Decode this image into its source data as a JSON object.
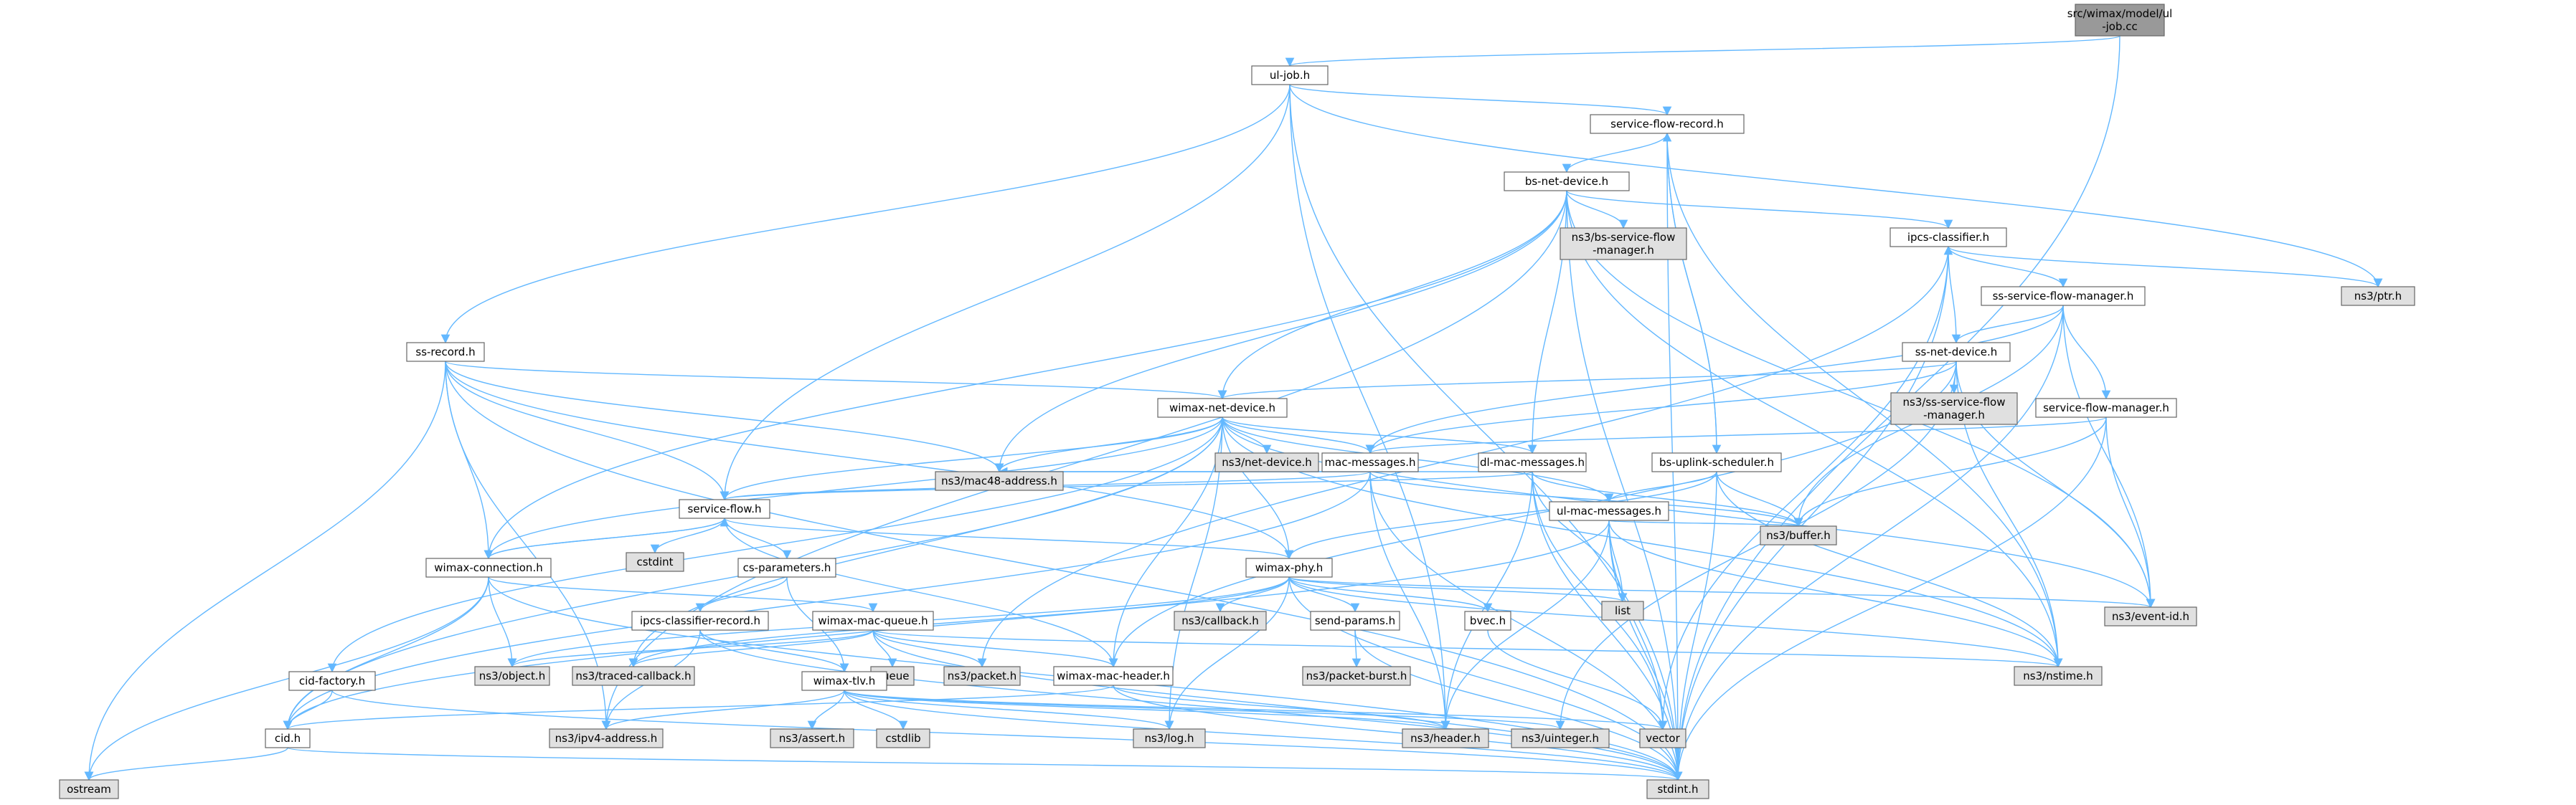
{
  "diagram": {
    "type": "include-dependency-graph",
    "colors": {
      "root_fill": "#999999",
      "local_fill": "#ffffff",
      "external_fill": "#e0e0e0",
      "border": "#666666",
      "edge": "#63b8ff"
    },
    "nodes": [
      {
        "id": "root",
        "kind": "root",
        "lines": [
          "src/wimax/model/ul",
          "-job.cc"
        ]
      },
      {
        "id": "ul_job",
        "kind": "local",
        "lines": [
          "ul-job.h"
        ]
      },
      {
        "id": "sfr",
        "kind": "local",
        "lines": [
          "service-flow-record.h"
        ]
      },
      {
        "id": "bs_net",
        "kind": "local",
        "lines": [
          "bs-net-device.h"
        ]
      },
      {
        "id": "bs_sfm",
        "kind": "external",
        "lines": [
          "ns3/bs-service-flow",
          "-manager.h"
        ]
      },
      {
        "id": "ipcs",
        "kind": "local",
        "lines": [
          "ipcs-classifier.h"
        ]
      },
      {
        "id": "ptr",
        "kind": "external",
        "lines": [
          "ns3/ptr.h"
        ]
      },
      {
        "id": "ss_sfm",
        "kind": "local",
        "lines": [
          "ss-service-flow-manager.h"
        ]
      },
      {
        "id": "ss_record",
        "kind": "local",
        "lines": [
          "ss-record.h"
        ]
      },
      {
        "id": "ss_net",
        "kind": "local",
        "lines": [
          "ss-net-device.h"
        ]
      },
      {
        "id": "ns3_ss_sfm",
        "kind": "external",
        "lines": [
          "ns3/ss-service-flow",
          "-manager.h"
        ]
      },
      {
        "id": "wimax_net",
        "kind": "local",
        "lines": [
          "wimax-net-device.h"
        ]
      },
      {
        "id": "sfm",
        "kind": "local",
        "lines": [
          "service-flow-manager.h"
        ]
      },
      {
        "id": "net_device",
        "kind": "external",
        "lines": [
          "ns3/net-device.h"
        ]
      },
      {
        "id": "mac_msg",
        "kind": "local",
        "lines": [
          "mac-messages.h"
        ]
      },
      {
        "id": "dl_mac",
        "kind": "local",
        "lines": [
          "dl-mac-messages.h"
        ]
      },
      {
        "id": "bs_uplink",
        "kind": "local",
        "lines": [
          "bs-uplink-scheduler.h"
        ]
      },
      {
        "id": "mac48",
        "kind": "external",
        "lines": [
          "ns3/mac48-address.h"
        ]
      },
      {
        "id": "service_flow",
        "kind": "local",
        "lines": [
          "service-flow.h"
        ]
      },
      {
        "id": "ul_mac",
        "kind": "local",
        "lines": [
          "ul-mac-messages.h"
        ]
      },
      {
        "id": "buffer",
        "kind": "external",
        "lines": [
          "ns3/buffer.h"
        ]
      },
      {
        "id": "cstdint",
        "kind": "external",
        "lines": [
          "cstdint"
        ]
      },
      {
        "id": "wimax_conn",
        "kind": "local",
        "lines": [
          "wimax-connection.h"
        ]
      },
      {
        "id": "cs_params",
        "kind": "local",
        "lines": [
          "cs-parameters.h"
        ]
      },
      {
        "id": "wimax_phy",
        "kind": "local",
        "lines": [
          "wimax-phy.h"
        ]
      },
      {
        "id": "list",
        "kind": "external",
        "lines": [
          "list"
        ]
      },
      {
        "id": "event_id",
        "kind": "external",
        "lines": [
          "ns3/event-id.h"
        ]
      },
      {
        "id": "ipcs_rec",
        "kind": "local",
        "lines": [
          "ipcs-classifier-record.h"
        ]
      },
      {
        "id": "wimax_mac_queue",
        "kind": "local",
        "lines": [
          "wimax-mac-queue.h"
        ]
      },
      {
        "id": "callback",
        "kind": "external",
        "lines": [
          "ns3/callback.h"
        ]
      },
      {
        "id": "send_params",
        "kind": "local",
        "lines": [
          "send-params.h"
        ]
      },
      {
        "id": "bvec",
        "kind": "local",
        "lines": [
          "bvec.h"
        ]
      },
      {
        "id": "object",
        "kind": "external",
        "lines": [
          "ns3/object.h"
        ]
      },
      {
        "id": "traced_cb",
        "kind": "external",
        "lines": [
          "ns3/traced-callback.h"
        ]
      },
      {
        "id": "queue",
        "kind": "external",
        "lines": [
          "queue"
        ]
      },
      {
        "id": "packet",
        "kind": "external",
        "lines": [
          "ns3/packet.h"
        ]
      },
      {
        "id": "wimax_mac_header",
        "kind": "local",
        "lines": [
          "wimax-mac-header.h"
        ]
      },
      {
        "id": "packet_burst",
        "kind": "external",
        "lines": [
          "ns3/packet-burst.h"
        ]
      },
      {
        "id": "nstime",
        "kind": "external",
        "lines": [
          "ns3/nstime.h"
        ]
      },
      {
        "id": "cid_factory",
        "kind": "local",
        "lines": [
          "cid-factory.h"
        ]
      },
      {
        "id": "wimax_tlv",
        "kind": "local",
        "lines": [
          "wimax-tlv.h"
        ]
      },
      {
        "id": "cid",
        "kind": "local",
        "lines": [
          "cid.h"
        ]
      },
      {
        "id": "ipv4",
        "kind": "external",
        "lines": [
          "ns3/ipv4-address.h"
        ]
      },
      {
        "id": "assert",
        "kind": "external",
        "lines": [
          "ns3/assert.h"
        ]
      },
      {
        "id": "cstdlib",
        "kind": "external",
        "lines": [
          "cstdlib"
        ]
      },
      {
        "id": "log",
        "kind": "external",
        "lines": [
          "ns3/log.h"
        ]
      },
      {
        "id": "header",
        "kind": "external",
        "lines": [
          "ns3/header.h"
        ]
      },
      {
        "id": "uinteger",
        "kind": "external",
        "lines": [
          "ns3/uinteger.h"
        ]
      },
      {
        "id": "vector",
        "kind": "external",
        "lines": [
          "vector"
        ]
      },
      {
        "id": "ostream",
        "kind": "external",
        "lines": [
          "ostream"
        ]
      },
      {
        "id": "stdint",
        "kind": "external",
        "lines": [
          "stdint.h"
        ]
      }
    ],
    "edges": [
      [
        "root",
        "ul_job"
      ],
      [
        "root",
        "stdint"
      ],
      [
        "ul_job",
        "sfr"
      ],
      [
        "ul_job",
        "ss_record"
      ],
      [
        "ul_job",
        "service_flow"
      ],
      [
        "ul_job",
        "stdint"
      ],
      [
        "ul_job",
        "ptr"
      ],
      [
        "ul_job",
        "header"
      ],
      [
        "sfr",
        "bs_net"
      ],
      [
        "sfr",
        "bs_uplink"
      ],
      [
        "sfr",
        "stdint"
      ],
      [
        "sfr",
        "nstime"
      ],
      [
        "bs_net",
        "bs_sfm"
      ],
      [
        "bs_net",
        "ipcs"
      ],
      [
        "bs_net",
        "wimax_net"
      ],
      [
        "bs_net",
        "dl_mac"
      ],
      [
        "bs_net",
        "mac48"
      ],
      [
        "bs_net",
        "wimax_conn"
      ],
      [
        "bs_net",
        "event_id"
      ],
      [
        "bs_net",
        "nstime"
      ],
      [
        "bs_net",
        "stdint"
      ],
      [
        "bs_net",
        "ipv4"
      ],
      [
        "ipcs",
        "ss_sfm"
      ],
      [
        "ipcs",
        "ptr"
      ],
      [
        "ipcs",
        "vector"
      ],
      [
        "ipcs",
        "stdint"
      ],
      [
        "ipcs",
        "packet"
      ],
      [
        "ss_sfm",
        "ss_net"
      ],
      [
        "ss_sfm",
        "sfm"
      ],
      [
        "ss_sfm",
        "buffer"
      ],
      [
        "ss_sfm",
        "event_id"
      ],
      [
        "ss_sfm",
        "stdint"
      ],
      [
        "ss_sfm",
        "mac_msg"
      ],
      [
        "ss_net",
        "ipcs"
      ],
      [
        "ss_net",
        "wimax_net"
      ],
      [
        "ss_net",
        "ns3_ss_sfm"
      ],
      [
        "ss_net",
        "event_id"
      ],
      [
        "ss_net",
        "nstime"
      ],
      [
        "ss_net",
        "mac_msg"
      ],
      [
        "ss_net",
        "uinteger"
      ],
      [
        "ss_net",
        "wimax_mac_header"
      ],
      [
        "ss_record",
        "wimax_net"
      ],
      [
        "ss_record",
        "service_flow"
      ],
      [
        "ss_record",
        "wimax_conn"
      ],
      [
        "ss_record",
        "mac48"
      ],
      [
        "ss_record",
        "wimax_phy"
      ],
      [
        "ss_record",
        "ostream"
      ],
      [
        "ss_record",
        "stdint"
      ],
      [
        "ss_record",
        "ipv4"
      ],
      [
        "wimax_net",
        "net_device"
      ],
      [
        "wimax_net",
        "mac_msg"
      ],
      [
        "wimax_net",
        "dl_mac"
      ],
      [
        "wimax_net",
        "ul_mac"
      ],
      [
        "wimax_net",
        "mac48"
      ],
      [
        "wimax_net",
        "wimax_phy"
      ],
      [
        "wimax_net",
        "wimax_conn"
      ],
      [
        "wimax_net",
        "event_id"
      ],
      [
        "wimax_net",
        "nstime"
      ],
      [
        "wimax_net",
        "log"
      ],
      [
        "wimax_net",
        "traced_cb"
      ],
      [
        "wimax_net",
        "cid_factory"
      ],
      [
        "wimax_net",
        "cid"
      ],
      [
        "wimax_net",
        "service_flow"
      ],
      [
        "wimax_net",
        "wimax_mac_header"
      ],
      [
        "sfm",
        "mac_msg"
      ],
      [
        "sfm",
        "event_id"
      ],
      [
        "sfm",
        "buffer"
      ],
      [
        "sfm",
        "stdint"
      ],
      [
        "mac_msg",
        "service_flow"
      ],
      [
        "mac_msg",
        "buffer"
      ],
      [
        "mac_msg",
        "header"
      ],
      [
        "mac_msg",
        "cid"
      ],
      [
        "mac_msg",
        "stdint"
      ],
      [
        "mac_msg",
        "mac48"
      ],
      [
        "dl_mac",
        "mac48"
      ],
      [
        "dl_mac",
        "buffer"
      ],
      [
        "dl_mac",
        "list"
      ],
      [
        "dl_mac",
        "stdint"
      ],
      [
        "dl_mac",
        "vector"
      ],
      [
        "dl_mac",
        "header"
      ],
      [
        "dl_mac",
        "service_flow"
      ],
      [
        "bs_uplink",
        "sfr"
      ],
      [
        "bs_uplink",
        "ul_mac"
      ],
      [
        "bs_uplink",
        "wimax_phy"
      ],
      [
        "bs_uplink",
        "nstime"
      ],
      [
        "bs_uplink",
        "stdint"
      ],
      [
        "bs_uplink",
        "buffer"
      ],
      [
        "ul_mac",
        "buffer"
      ],
      [
        "ul_mac",
        "list"
      ],
      [
        "ul_mac",
        "stdint"
      ],
      [
        "ul_mac",
        "vector"
      ],
      [
        "ul_mac",
        "header"
      ],
      [
        "ul_mac",
        "cid"
      ],
      [
        "ul_mac",
        "nstime"
      ],
      [
        "service_flow",
        "cstdint"
      ],
      [
        "service_flow",
        "wimax_conn"
      ],
      [
        "service_flow",
        "cs_params"
      ],
      [
        "service_flow",
        "wimax_phy"
      ],
      [
        "service_flow",
        "wimax_mac_header"
      ],
      [
        "wimax_conn",
        "service_flow"
      ],
      [
        "wimax_conn",
        "wimax_mac_queue"
      ],
      [
        "wimax_conn",
        "cid"
      ],
      [
        "wimax_conn",
        "object"
      ],
      [
        "wimax_conn",
        "ostream"
      ],
      [
        "wimax_conn",
        "stdint"
      ],
      [
        "cs_params",
        "ipcs_rec"
      ],
      [
        "cs_params",
        "wimax_tlv"
      ],
      [
        "wimax_phy",
        "list"
      ],
      [
        "wimax_phy",
        "event_id"
      ],
      [
        "wimax_phy",
        "callback"
      ],
      [
        "wimax_phy",
        "send_params"
      ],
      [
        "wimax_phy",
        "bvec"
      ],
      [
        "wimax_phy",
        "nstime"
      ],
      [
        "wimax_phy",
        "object"
      ],
      [
        "wimax_phy",
        "log"
      ],
      [
        "wimax_phy",
        "traced_cb"
      ],
      [
        "wimax_phy",
        "stdint"
      ],
      [
        "ipcs_rec",
        "ipv4"
      ],
      [
        "ipcs_rec",
        "wimax_tlv"
      ],
      [
        "ipcs_rec",
        "stdint"
      ],
      [
        "wimax_mac_queue",
        "wimax_mac_header"
      ],
      [
        "wimax_mac_queue",
        "queue"
      ],
      [
        "wimax_mac_queue",
        "packet"
      ],
      [
        "wimax_mac_queue",
        "object"
      ],
      [
        "wimax_mac_queue",
        "traced_cb"
      ],
      [
        "wimax_mac_queue",
        "nstime"
      ],
      [
        "wimax_mac_queue",
        "stdint"
      ],
      [
        "send_params",
        "packet_burst"
      ],
      [
        "send_params",
        "stdint"
      ],
      [
        "bvec",
        "vector"
      ],
      [
        "wimax_mac_header",
        "header"
      ],
      [
        "wimax_mac_header",
        "cid"
      ],
      [
        "wimax_mac_header",
        "stdint"
      ],
      [
        "cid_factory",
        "cid"
      ],
      [
        "cid_factory",
        "stdint"
      ],
      [
        "wimax_tlv",
        "ipv4"
      ],
      [
        "wimax_tlv",
        "assert"
      ],
      [
        "wimax_tlv",
        "cstdlib"
      ],
      [
        "wimax_tlv",
        "log"
      ],
      [
        "wimax_tlv",
        "uinteger"
      ],
      [
        "wimax_tlv",
        "vector"
      ],
      [
        "wimax_tlv",
        "header"
      ],
      [
        "wimax_tlv",
        "stdint"
      ],
      [
        "cid",
        "ostream"
      ],
      [
        "cid",
        "stdint"
      ]
    ]
  }
}
